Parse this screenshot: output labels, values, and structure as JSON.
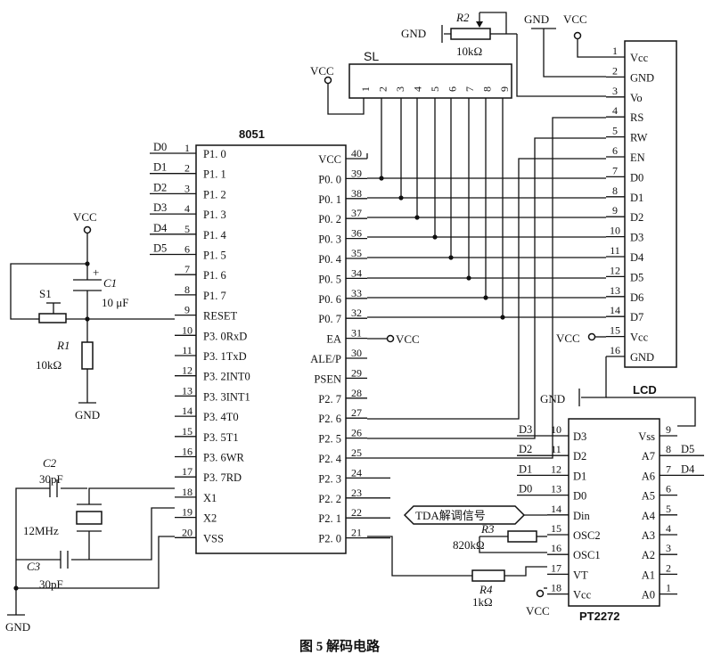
{
  "caption": "图 5   解码电路",
  "mcu": {
    "title": "8051",
    "left_pins": [
      {
        "num": "1",
        "name": "P1. 0",
        "net": "D0"
      },
      {
        "num": "2",
        "name": "P1. 1",
        "net": "D1"
      },
      {
        "num": "3",
        "name": "P1. 2",
        "net": "D2"
      },
      {
        "num": "4",
        "name": "P1. 3",
        "net": "D3"
      },
      {
        "num": "5",
        "name": "P1. 4",
        "net": "D4"
      },
      {
        "num": "6",
        "name": "P1. 5",
        "net": "D5"
      },
      {
        "num": "7",
        "name": "P1. 6",
        "net": ""
      },
      {
        "num": "8",
        "name": "P1. 7",
        "net": ""
      },
      {
        "num": "9",
        "name": "RESET",
        "net": ""
      },
      {
        "num": "10",
        "name": "P3. 0RxD",
        "net": ""
      },
      {
        "num": "11",
        "name": "P3. 1TxD",
        "net": ""
      },
      {
        "num": "12",
        "name": "P3. 2INT0",
        "net": ""
      },
      {
        "num": "13",
        "name": "P3. 3INT1",
        "net": ""
      },
      {
        "num": "14",
        "name": "P3. 4T0",
        "net": ""
      },
      {
        "num": "15",
        "name": "P3. 5T1",
        "net": ""
      },
      {
        "num": "16",
        "name": "P3. 6WR",
        "net": ""
      },
      {
        "num": "17",
        "name": "P3. 7RD",
        "net": ""
      },
      {
        "num": "18",
        "name": "X1",
        "net": ""
      },
      {
        "num": "19",
        "name": "X2",
        "net": ""
      },
      {
        "num": "20",
        "name": "VSS",
        "net": ""
      }
    ],
    "right_pins": [
      {
        "num": "40",
        "name": "VCC"
      },
      {
        "num": "39",
        "name": "P0. 0"
      },
      {
        "num": "38",
        "name": "P0. 1"
      },
      {
        "num": "37",
        "name": "P0. 2"
      },
      {
        "num": "36",
        "name": "P0. 3"
      },
      {
        "num": "35",
        "name": "P0. 4"
      },
      {
        "num": "34",
        "name": "P0. 5"
      },
      {
        "num": "33",
        "name": "P0. 6"
      },
      {
        "num": "32",
        "name": "P0. 7"
      },
      {
        "num": "31",
        "name": "EA"
      },
      {
        "num": "30",
        "name": "ALE/P"
      },
      {
        "num": "29",
        "name": "PSEN"
      },
      {
        "num": "28",
        "name": "P2. 7"
      },
      {
        "num": "27",
        "name": "P2. 6"
      },
      {
        "num": "26",
        "name": "P2. 5"
      },
      {
        "num": "25",
        "name": "P2. 4"
      },
      {
        "num": "24",
        "name": "P2. 3"
      },
      {
        "num": "23",
        "name": "P2. 2"
      },
      {
        "num": "22",
        "name": "P2. 1"
      },
      {
        "num": "21",
        "name": "P2. 0"
      }
    ]
  },
  "lcd": {
    "title": "LCD",
    "pins": [
      {
        "num": "1",
        "name": "Vcc"
      },
      {
        "num": "2",
        "name": "GND"
      },
      {
        "num": "3",
        "name": "Vo"
      },
      {
        "num": "4",
        "name": "RS"
      },
      {
        "num": "5",
        "name": "RW"
      },
      {
        "num": "6",
        "name": "EN"
      },
      {
        "num": "7",
        "name": "D0"
      },
      {
        "num": "8",
        "name": "D1"
      },
      {
        "num": "9",
        "name": "D2"
      },
      {
        "num": "10",
        "name": "D3"
      },
      {
        "num": "11",
        "name": "D4"
      },
      {
        "num": "12",
        "name": "D5"
      },
      {
        "num": "13",
        "name": "D6"
      },
      {
        "num": "14",
        "name": "D7"
      },
      {
        "num": "15",
        "name": "Vcc"
      },
      {
        "num": "16",
        "name": "GND"
      }
    ]
  },
  "decoder": {
    "title": "PT2272",
    "left_pins": [
      {
        "num": "10",
        "name": "D3",
        "net": "D3"
      },
      {
        "num": "11",
        "name": "D2",
        "net": "D2"
      },
      {
        "num": "12",
        "name": "D1",
        "net": "D1"
      },
      {
        "num": "13",
        "name": "D0",
        "net": "D0"
      },
      {
        "num": "14",
        "name": "Din",
        "net": ""
      },
      {
        "num": "15",
        "name": "OSC2",
        "net": ""
      },
      {
        "num": "16",
        "name": "OSC1",
        "net": ""
      },
      {
        "num": "17",
        "name": "VT",
        "net": ""
      },
      {
        "num": "18",
        "name": "Vcc",
        "net": ""
      }
    ],
    "right_pins": [
      {
        "num": "9",
        "name": "Vss",
        "net": ""
      },
      {
        "num": "8",
        "name": "A7",
        "net": "D5"
      },
      {
        "num": "7",
        "name": "A6",
        "net": "D4"
      },
      {
        "num": "6",
        "name": "A5",
        "net": ""
      },
      {
        "num": "5",
        "name": "A4",
        "net": ""
      },
      {
        "num": "4",
        "name": "A3",
        "net": ""
      },
      {
        "num": "3",
        "name": "A2",
        "net": ""
      },
      {
        "num": "2",
        "name": "A1",
        "net": ""
      },
      {
        "num": "1",
        "name": "A0",
        "net": ""
      }
    ]
  },
  "sl": {
    "title": "SL",
    "pins": [
      "1",
      "2",
      "3",
      "4",
      "5",
      "6",
      "7",
      "8",
      "9"
    ]
  },
  "components": {
    "r2_label": "R2",
    "r2_value": "10kΩ",
    "c1_label": "C1",
    "c1_value": "10 μF",
    "c1_plus": "+",
    "s1_label": "S1",
    "r1_label": "R1",
    "r1_value": "10kΩ",
    "c2_label": "C2",
    "c2_value": "30pF",
    "c3_label": "C3",
    "c3_value": "30pF",
    "crystal_value": "12MHz",
    "r3_label": "R3",
    "r3_value": "820kΩ",
    "r4_label": "R4",
    "r4_value": "1kΩ",
    "tda_signal": "TDA解调信号"
  },
  "power": {
    "vcc": "VCC",
    "gnd": "GND"
  }
}
